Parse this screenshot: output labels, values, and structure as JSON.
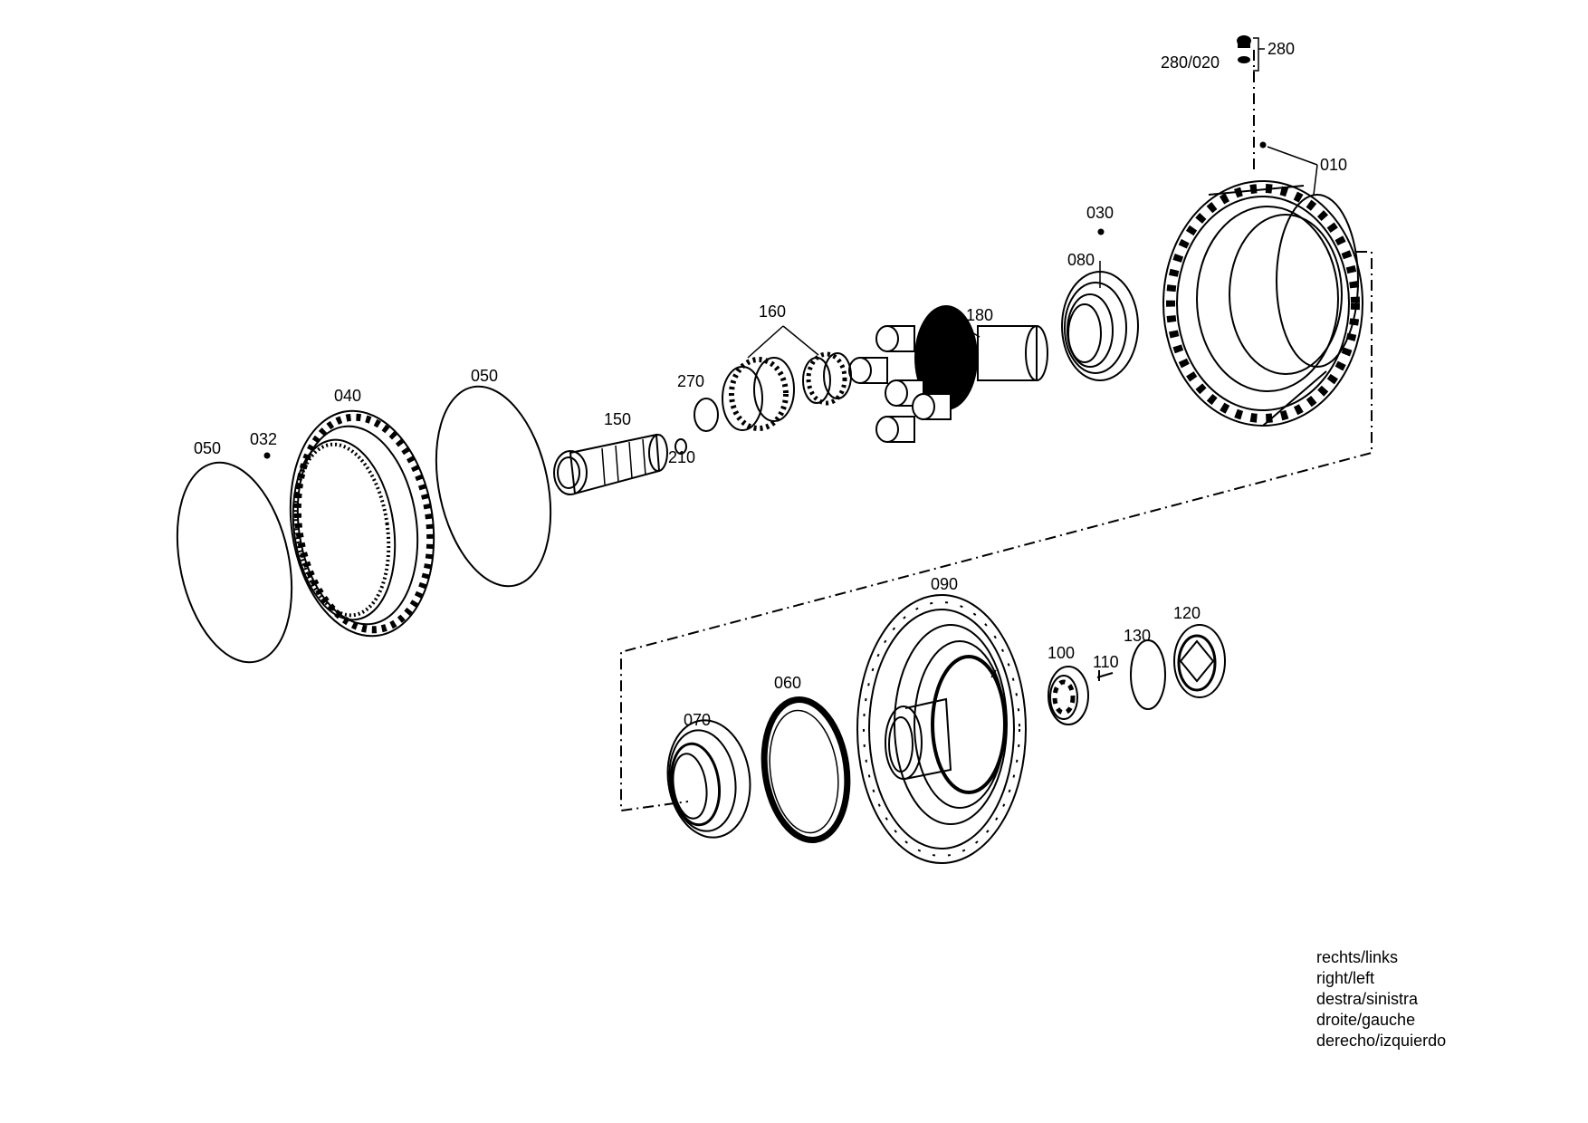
{
  "part_labels": {
    "p280": "280",
    "p280_020": "280/020",
    "p010": "010",
    "p030": "030",
    "p080": "080",
    "p180": "180",
    "p160": "160",
    "p270": "270",
    "p150": "150",
    "p210": "210",
    "p050a": "050",
    "p050b": "050",
    "p032": "032",
    "p040": "040",
    "p090": "090",
    "p060": "060",
    "p070": "070",
    "p100": "100",
    "p110": "110",
    "p130": "130",
    "p120": "120"
  },
  "orientation_legend": [
    "rechts/links",
    "right/left",
    "destra/sinistra",
    "droite/gauche",
    "derecho/izquierdo"
  ]
}
